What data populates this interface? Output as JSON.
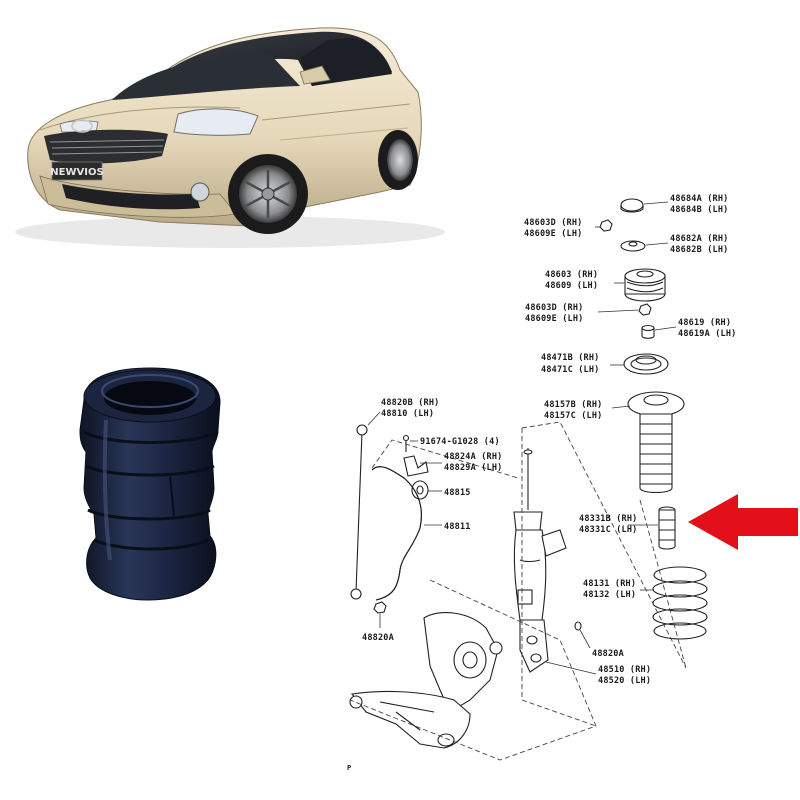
{
  "car": {
    "badge": "NEWVIOS"
  },
  "parts": {
    "p48684": [
      "48684A (RH)",
      "48684B (LH)"
    ],
    "p48603d_top": [
      "48603D (RH)",
      "48609E (LH)"
    ],
    "p48682": [
      "48682A (RH)",
      "48682B (LH)"
    ],
    "p48603": [
      "48603 (RH)",
      "48609 (LH)"
    ],
    "p48603d_bot": [
      "48603D (RH)",
      "48609E (LH)"
    ],
    "p48619": [
      "48619 (RH)",
      "48619A (LH)"
    ],
    "p48471": [
      "48471B (RH)",
      "48471C (LH)"
    ],
    "p48157": [
      "48157B (RH)",
      "48157C (LH)"
    ],
    "p48331": [
      "48331B (RH)",
      "48331C (LH)"
    ],
    "p48131": [
      "48131 (RH)",
      "48132 (LH)"
    ],
    "p48510": [
      "48510 (RH)",
      "48520 (LH)"
    ],
    "p48820a_right": "48820A",
    "p48820b": [
      "48820B (RH)",
      "48810 (LH)"
    ],
    "p91674": "91674-G1028 (4)",
    "p48824": [
      "48824A (RH)",
      "48829A (LH)"
    ],
    "p48815": "48815",
    "p48811": "48811",
    "p48820a_left": "48820A",
    "footer_mark": "P"
  },
  "colors": {
    "arrow": "#e3101c",
    "car_body": "#e8dcc0",
    "rubber": "#1f2b4a"
  }
}
